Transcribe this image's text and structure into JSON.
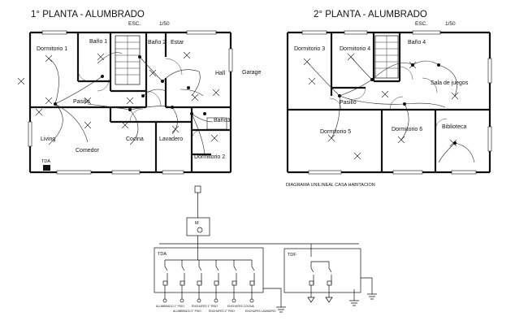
{
  "plans": [
    {
      "title": "1° PLANTA - ALUMBRADO",
      "scale_label": "ESC.",
      "scale_value": "1/50",
      "rooms": [
        "Dormitorio 1",
        "Baño 1",
        "Baño 2",
        "Estar",
        "Hall",
        "Garage",
        "Pasillo",
        "Living",
        "Comedor",
        "Cocina",
        "Lavadero",
        "Baño3",
        "Dormitorio 2"
      ],
      "panel_label": "TDA"
    },
    {
      "title": "2° PLANTA - ALUMBRADO",
      "scale_label": "ESC.",
      "scale_value": "1/50",
      "rooms": [
        "Dormitorio 3",
        "Dormitorio 4",
        "Baño 4",
        "Sala de juegos",
        "Pasillo",
        "Dormitorio 5",
        "Dormitorio 6",
        "Biblioteca"
      ]
    }
  ],
  "diagram": {
    "title": "DIAGRAMA UNILINEAL CASA HABITACION",
    "meter_label": "M",
    "tda_label": "TDA",
    "tdf_label": "TDF",
    "tda_circuits": [
      "ALUMBRADO 1° PISO",
      "ALUMBRADO 2° PISO",
      "ENCHUFES 1° PISO",
      "ENCHUFES 2° PISO",
      "ENCHUFES COCINA",
      "ENCHUFES LAVADERO"
    ]
  }
}
